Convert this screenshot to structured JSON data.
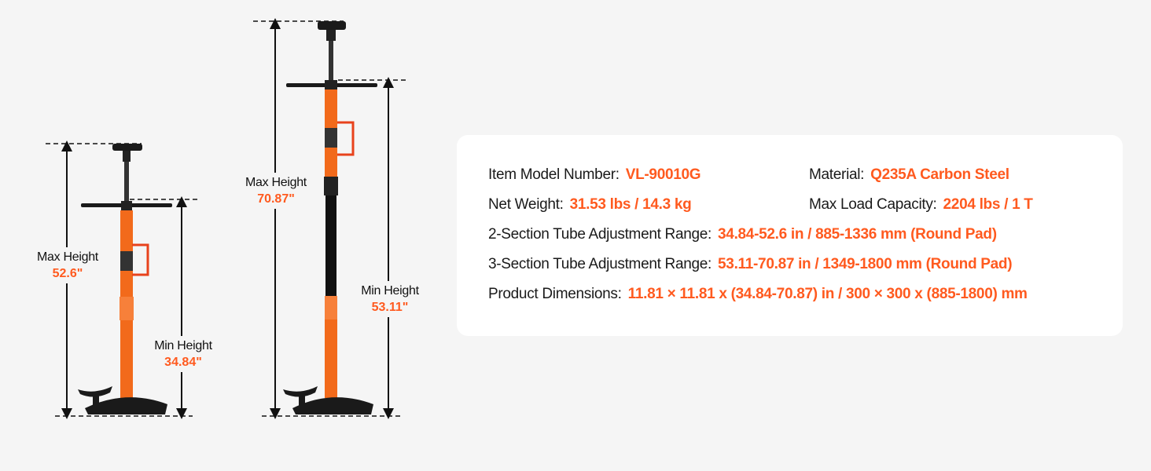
{
  "stands": {
    "two_section": {
      "max_label": "Max Height",
      "max_value": "52.6\"",
      "min_label": "Min Height",
      "min_value": "34.84\""
    },
    "three_section": {
      "max_label": "Max Height",
      "max_value": "70.87\"",
      "min_label": "Min Height",
      "min_value": "53.11\""
    }
  },
  "specs": {
    "model": {
      "label": "Item Model Number:",
      "value": "VL-90010G"
    },
    "material": {
      "label": "Material:",
      "value": "Q235A Carbon Steel"
    },
    "weight": {
      "label": "Net Weight:",
      "value": "31.53 lbs / 14.3 kg"
    },
    "capacity": {
      "label": "Max Load Capacity:",
      "value": "2204 lbs / 1 T"
    },
    "range2": {
      "label": "2-Section Tube Adjustment Range:",
      "value": "34.84-52.6 in / 885-1336 mm (Round Pad)"
    },
    "range3": {
      "label": "3-Section Tube Adjustment Range:",
      "value": "53.11-70.87 in / 1349-1800 mm (Round Pad)"
    },
    "dimensions": {
      "label": "Product Dimensions:",
      "value": "11.81 × 11.81 x (34.84-70.87) in / 300 × 300 x (885-1800) mm"
    }
  },
  "colors": {
    "accent": "#ff5a1f",
    "tube": "#f26a1b",
    "text": "#1a1a1a"
  }
}
